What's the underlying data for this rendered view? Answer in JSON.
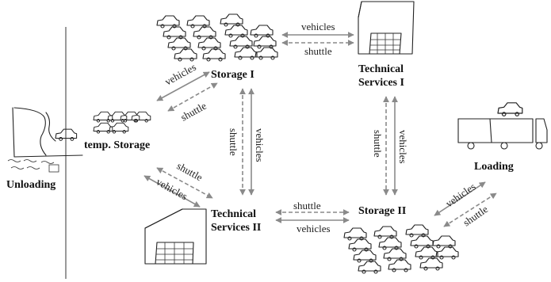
{
  "nodes": {
    "unloading": "Unloading",
    "temp_storage": "temp. Storage",
    "storage_1": "Storage I",
    "technical_services_1": [
      "Technical",
      "Services I"
    ],
    "technical_services_2": [
      "Technical",
      "Services II"
    ],
    "storage_2": "Storage II",
    "loading": "Loading"
  },
  "edges": {
    "vehicles": "vehicles",
    "shuttle": "shuttle"
  },
  "colors": {
    "arrow": "#8a8a8a",
    "sketch": "#222222",
    "text": "#111111"
  },
  "icons": [
    "ship-icon",
    "car-icon",
    "parking-lot-icon",
    "building-icon",
    "truck-icon"
  ]
}
